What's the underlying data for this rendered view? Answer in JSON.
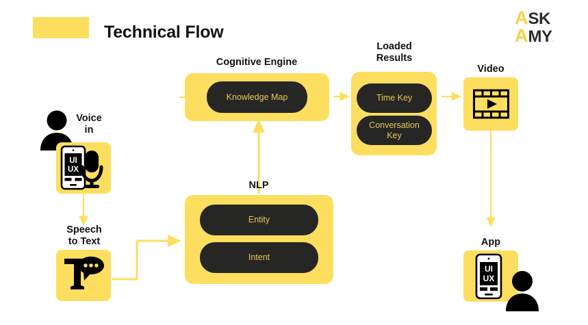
{
  "header": {
    "title": "Technical Flow",
    "swatch_color": "#FDDE5F"
  },
  "logo": {
    "line1_accent": "A",
    "line1_rest": "SK",
    "line2_accent": "A",
    "line2_rest": "MY",
    "dot": ".",
    "accent_color": "#F6D24B",
    "text_color": "#2B2B2B"
  },
  "theme": {
    "yellow": "#FDDE5F",
    "dark": "#262625",
    "pill_text": "#E8C84E",
    "background": "#FFFFFF"
  },
  "nodes": {
    "voice_in": {
      "caption": "Voice\nin",
      "icon": "phone-microphone-icon",
      "person_icon": "person-icon"
    },
    "speech_to_text": {
      "caption": "Speech\nto Text",
      "icon": "text-speech-bubble-icon"
    },
    "nlp": {
      "caption": "NLP",
      "items": [
        {
          "label": "Entity"
        },
        {
          "label": "Intent"
        }
      ]
    },
    "cognitive_engine": {
      "caption": "Cognitive Engine",
      "items": [
        {
          "label": "Knowledge Map"
        }
      ]
    },
    "loaded_results": {
      "caption": "Loaded\nResults",
      "items": [
        {
          "label": "Time Key"
        },
        {
          "label": "Conversation\nKey"
        }
      ]
    },
    "video": {
      "caption": "Video",
      "icon": "film-play-icon"
    },
    "app": {
      "caption": "App",
      "icon": "phone-uiux-icon",
      "person_icon": "person-icon"
    }
  },
  "phone_screen": {
    "line1": "UI",
    "line2": "UX"
  }
}
